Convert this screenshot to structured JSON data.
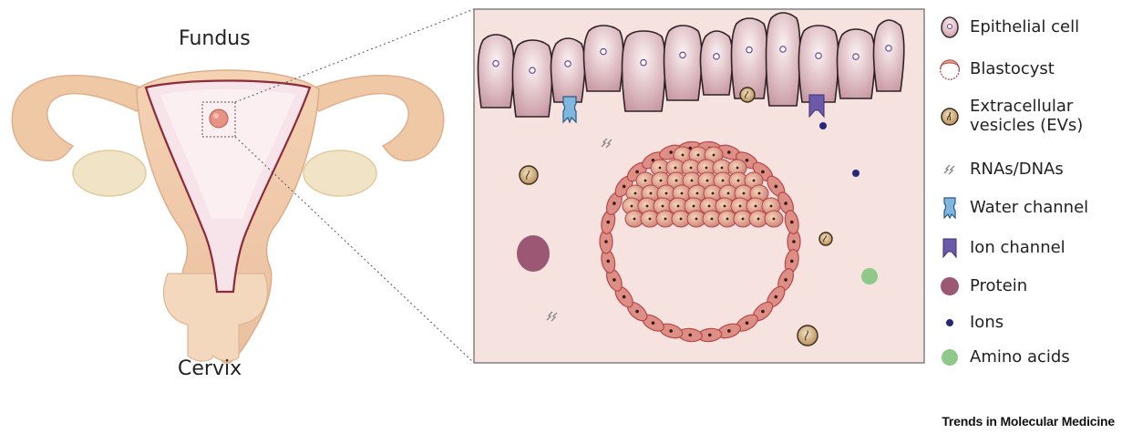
{
  "labels": {
    "top": "Fundus",
    "bottom": "Cervix"
  },
  "legend": {
    "items": [
      {
        "icon": "epithelial-cell-icon",
        "label": "Epithelial cell"
      },
      {
        "icon": "blastocyst-icon",
        "label": "Blastocyst"
      },
      {
        "icon": "extracellular-vesicle-icon",
        "label": "Extracellular vesicles (EVs)"
      },
      {
        "icon": "rna-dna-icon",
        "label": "RNAs/DNAs"
      },
      {
        "icon": "water-channel-icon",
        "label": "Water channel"
      },
      {
        "icon": "ion-channel-icon",
        "label": "Ion channel"
      },
      {
        "icon": "protein-icon",
        "label": "Protein"
      },
      {
        "icon": "ions-icon",
        "label": "Ions"
      },
      {
        "icon": "amino-acids-icon",
        "label": "Amino acids"
      }
    ]
  },
  "credit": "Trends in Molecular Medicine",
  "colors": {
    "uterus_outer": "#efc7a2",
    "uterus_inner": "#f6dfe6",
    "lumen_bg": "#f6e2df",
    "cell_fill": "#e9cfd3",
    "blastocyst_cell": "#dd9a8e",
    "water_channel": "#7fb7dd",
    "ion_channel": "#6c5aa8",
    "protein": "#9a5874",
    "ions": "#27287a",
    "amino_acids": "#8fc98a",
    "ev": "#d8b98a"
  }
}
